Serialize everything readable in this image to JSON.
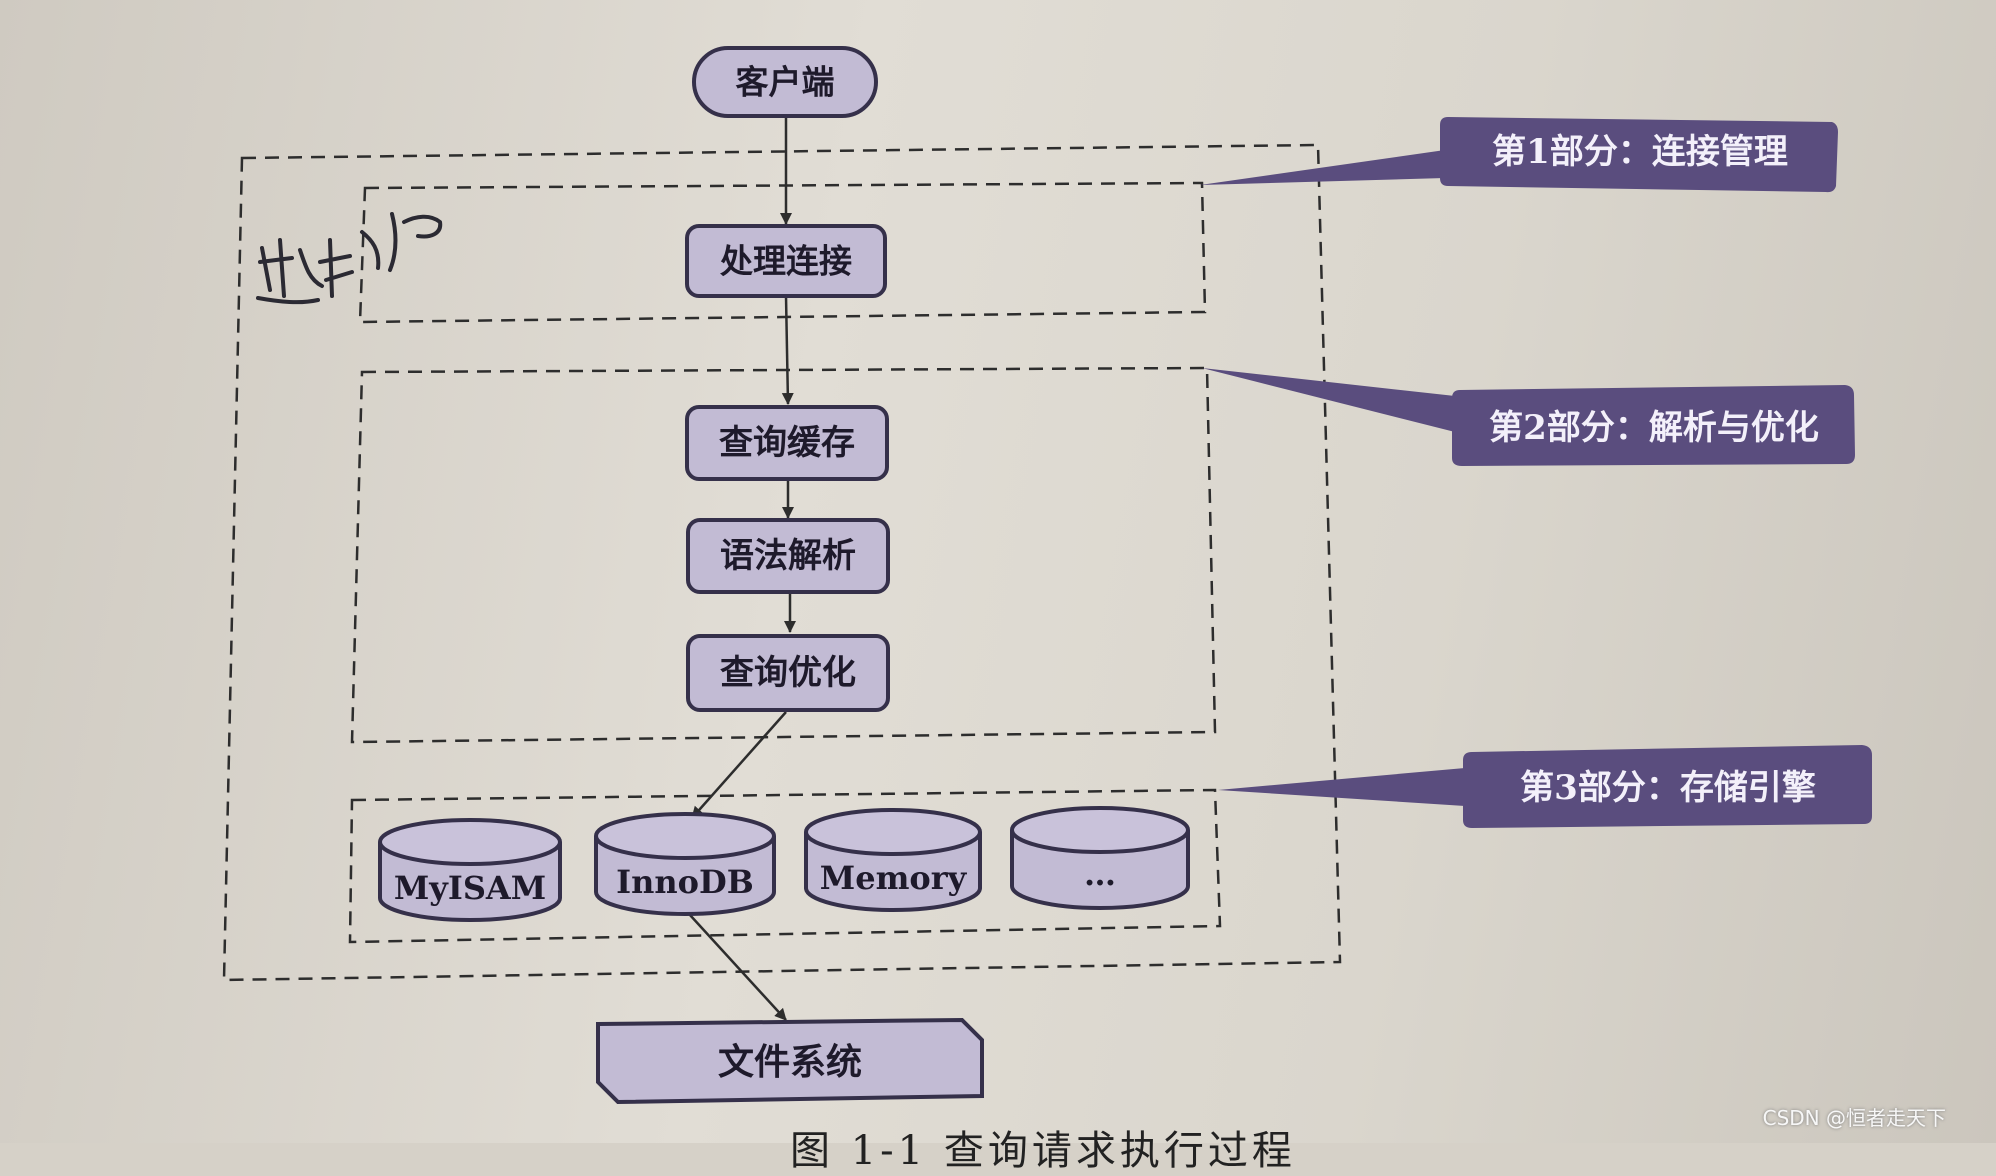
{
  "nodes": {
    "client": "客户端",
    "handle_connection": "处理连接",
    "query_cache": "查询缓存",
    "syntax_parse": "语法解析",
    "query_optimize": "查询优化",
    "file_system": "文件系统"
  },
  "callouts": {
    "part1": "第1部分：连接管理",
    "part2": "第2部分：解析与优化",
    "part3": "第3部分：存储引擎"
  },
  "engines": [
    "MyISAM",
    "InnoDB",
    "Memory",
    "…"
  ],
  "caption": "图 1-1  查询请求执行过程",
  "watermark": "CSDN @恒者走天下",
  "colors": {
    "node_fill": "#c2bbd4",
    "node_stroke": "#35304a",
    "callout_fill": "#5a4d7e",
    "callout_text": "#f3f0fa"
  }
}
